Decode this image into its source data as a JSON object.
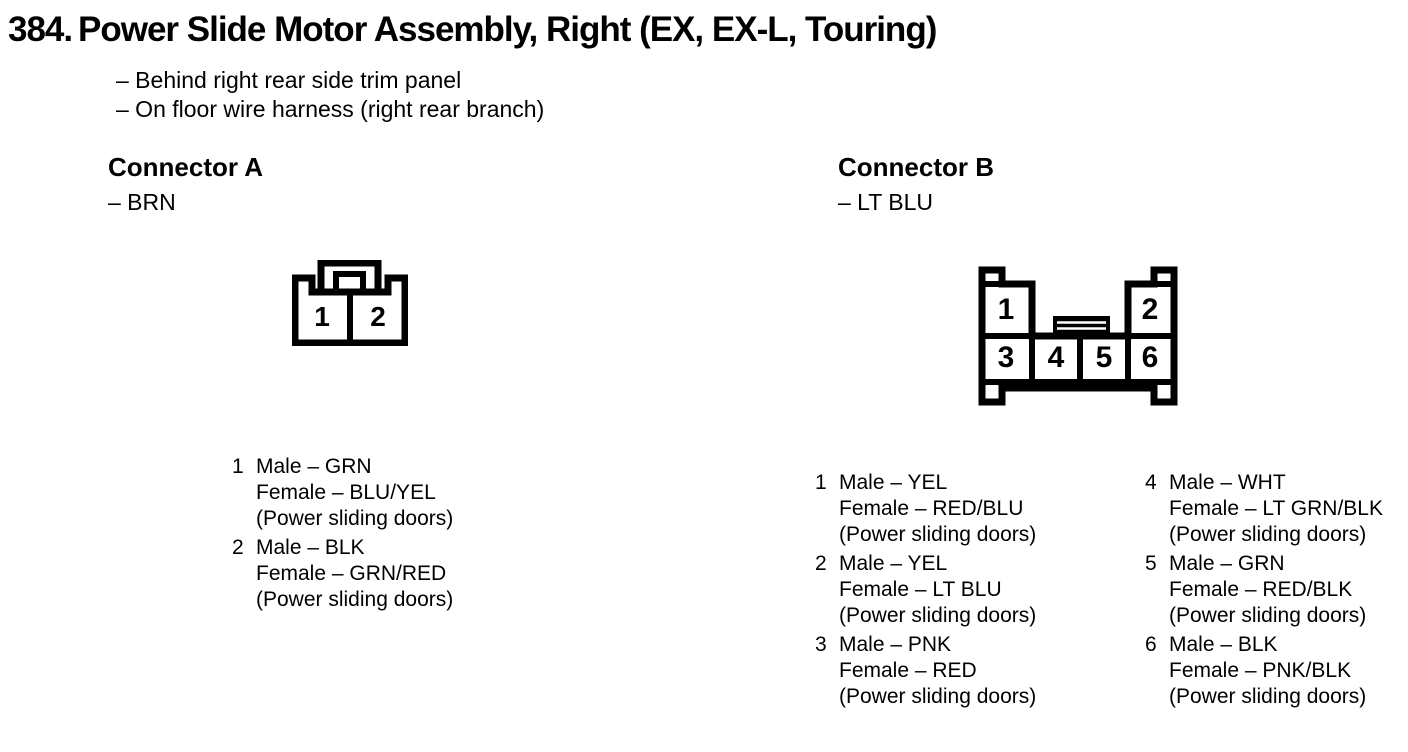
{
  "colors": {
    "ink": "#000000",
    "background": "#ffffff"
  },
  "page": {
    "number": "384.",
    "title": "Power Slide Motor Assembly, Right (EX, EX-L, Touring)",
    "locations": [
      "– Behind right rear side trim panel",
      "– On floor wire harness (right rear branch)"
    ]
  },
  "connector_a": {
    "heading": "Connector A",
    "color": "– BRN",
    "pins": [
      "1",
      "2"
    ],
    "pin_details": [
      {
        "num": "1",
        "male": "Male – GRN",
        "female": "Female – BLU/YEL",
        "note": "(Power sliding doors)"
      },
      {
        "num": "2",
        "male": "Male – BLK",
        "female": "Female – GRN/RED",
        "note": "(Power sliding doors)"
      }
    ]
  },
  "connector_b": {
    "heading": "Connector B",
    "color": "– LT BLU",
    "pins": [
      "1",
      "2",
      "3",
      "4",
      "5",
      "6"
    ],
    "pin_details": [
      {
        "num": "1",
        "male": "Male – YEL",
        "female": "Female – RED/BLU",
        "note": "(Power sliding doors)"
      },
      {
        "num": "2",
        "male": "Male – YEL",
        "female": "Female – LT BLU",
        "note": "(Power sliding doors)"
      },
      {
        "num": "3",
        "male": "Male – PNK",
        "female": "Female – RED",
        "note": "(Power sliding doors)"
      },
      {
        "num": "4",
        "male": "Male – WHT",
        "female": "Female – LT GRN/BLK",
        "note": "(Power sliding doors)"
      },
      {
        "num": "5",
        "male": "Male – GRN",
        "female": "Female – RED/BLK",
        "note": "(Power sliding doors)"
      },
      {
        "num": "6",
        "male": "Male – BLK",
        "female": "Female – PNK/BLK",
        "note": "(Power sliding doors)"
      }
    ]
  }
}
